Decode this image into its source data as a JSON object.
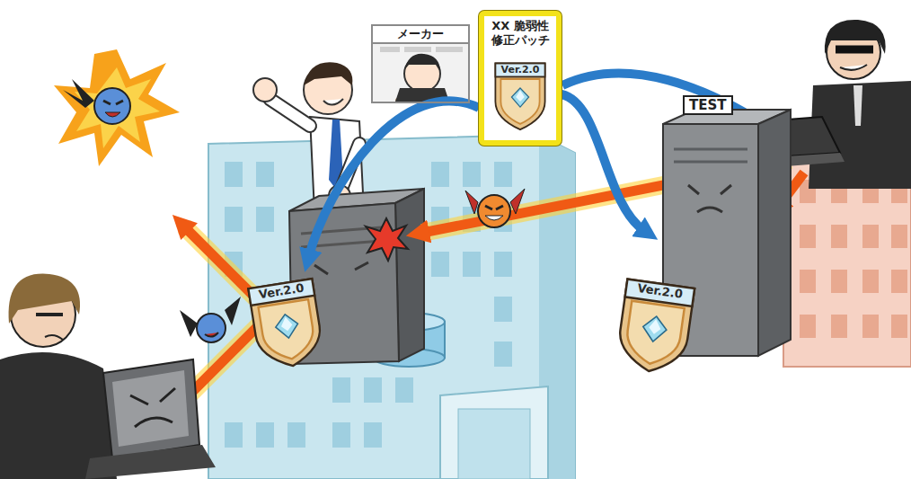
{
  "diagram": {
    "nodes": [
      {
        "text": [
          "メーカー"
        ]
      },
      {
        "text": [
          "XX 脆弱性 修正パッチ"
        ]
      },
      {
        "text": [
          "Ver.2.0"
        ],
        "in": 1
      },
      {
        "text": [
          "Ver.2.0"
        ]
      },
      {
        "text": [
          "TEST"
        ]
      },
      {
        "text": [
          "Ver.2.0"
        ]
      }
    ],
    "edges": [
      {
        "from": 1,
        "to": 3,
        "arrow": "to"
      },
      {
        "from": 1,
        "to": 4,
        "arrow": "to"
      }
    ]
  }
}
